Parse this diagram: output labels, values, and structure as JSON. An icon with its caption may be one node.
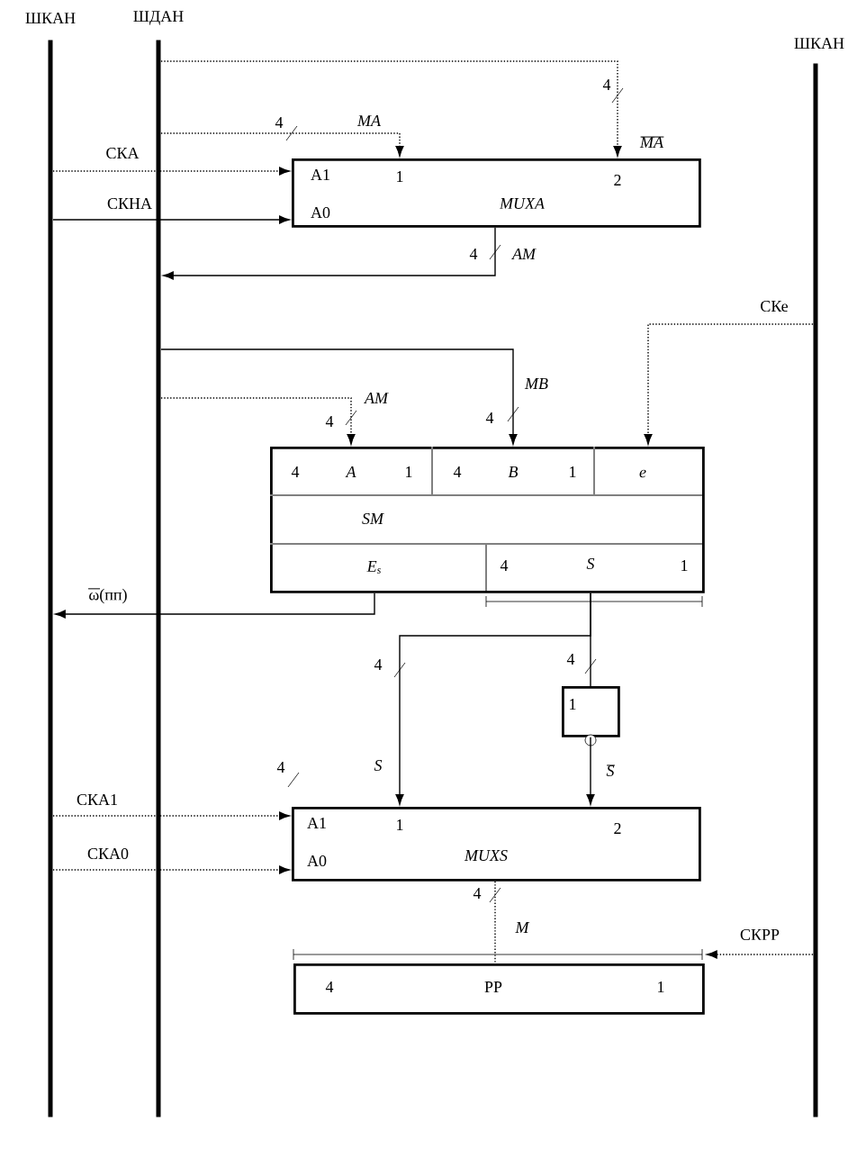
{
  "diagram": {
    "nodes": [
      {
        "text": [
          "ШКАН"
        ]
      },
      {
        "text": [
          "ШДАН"
        ]
      },
      {
        "text": [
          "ШКАН"
        ]
      },
      {
        "text": [
          "A1",
          "A0",
          "1",
          "2",
          "MUXA"
        ]
      },
      {
        "text": [
          "4",
          "A",
          "1",
          "4",
          "B",
          "1",
          "e",
          "SM",
          "E$_{s}$",
          "4",
          "S",
          "1"
        ]
      },
      {
        "text": [
          "1"
        ]
      },
      {
        "text": [
          "A1",
          "A0",
          "1",
          "2",
          "MUXS"
        ]
      },
      {
        "text": [
          "4",
          "PP",
          "1"
        ]
      }
    ],
    "edges": [
      {
        "from": 1,
        "to": 3,
        "arrow": "to",
        "label": "MA",
        "style": "dashed"
      },
      {
        "from": 1,
        "to": 3,
        "arrow": "to",
        "label": "MA",
        "style": "dashed"
      },
      {
        "from": 0,
        "to": 3,
        "arrow": "to",
        "label": "СКА",
        "style": "dashed"
      },
      {
        "from": 0,
        "to": 3,
        "arrow": "to",
        "label": "СКНА"
      },
      {
        "from": 3,
        "to": 1,
        "arrow": "to",
        "label": "AM"
      },
      {
        "from": 1,
        "to": 4,
        "arrow": "to",
        "label": "MB"
      },
      {
        "from": 1,
        "to": 4,
        "arrow": "to",
        "label": "AM",
        "style": "dashed"
      },
      {
        "from": 2,
        "to": 4,
        "arrow": "to",
        "label": "СКе",
        "style": "dashed"
      },
      {
        "from": 4,
        "to": 0,
        "arrow": "to",
        "label": "ω(пп)"
      },
      {
        "from": 4,
        "to": 6,
        "arrow": "to",
        "label": "S"
      },
      {
        "from": 4,
        "to": 5,
        "arrow": "none"
      },
      {
        "from": 5,
        "to": 6,
        "arrow": "to",
        "label": "S"
      },
      {
        "from": 0,
        "to": 6,
        "arrow": "to",
        "label": "СКА1",
        "style": "dashed"
      },
      {
        "from": 0,
        "to": 6,
        "arrow": "to",
        "label": "СКА0",
        "style": "dashed"
      },
      {
        "from": 6,
        "to": 7,
        "arrow": "none",
        "label": "M",
        "style": "dashed"
      },
      {
        "from": 2,
        "to": 7,
        "arrow": "to",
        "label": "СКРР",
        "style": "dashed"
      }
    ],
    "labels": [
      "4",
      "4",
      "4",
      "4",
      "4",
      "4",
      "4",
      "4",
      "4"
    ]
  }
}
